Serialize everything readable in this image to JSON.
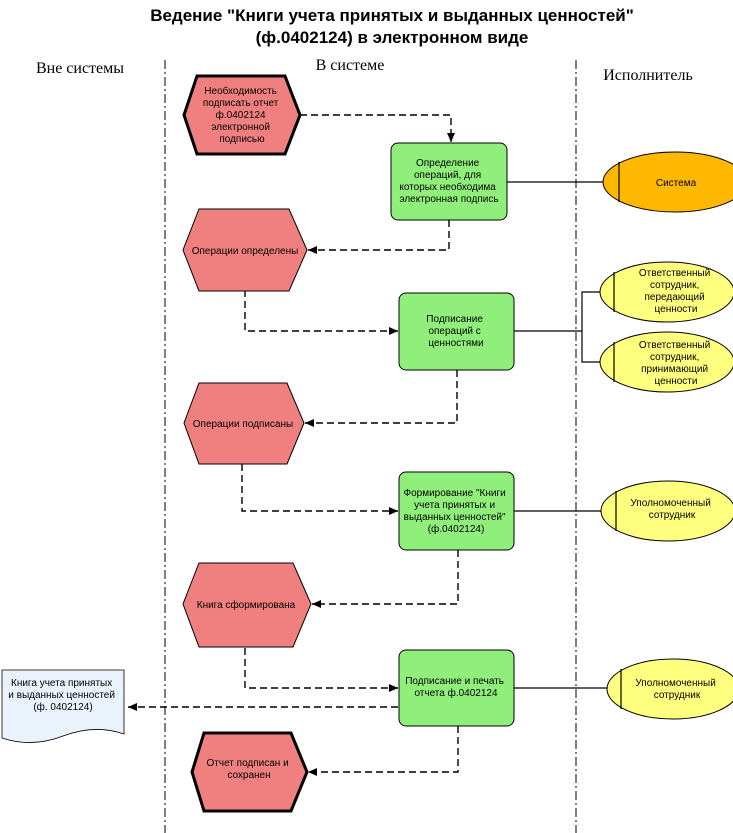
{
  "title": {
    "line1": "Ведение \"Книги учета принятых и выданных ценностей\"",
    "line2": "(ф.0402124) в электронном виде"
  },
  "lanes": {
    "outside": "Вне системы",
    "inside": "В системе",
    "executor": "Исполнитель"
  },
  "events": [
    {
      "id": "e1",
      "lines": [
        "Необходимость",
        "подписать отчет",
        "ф.0402124",
        "электронной",
        "подписью"
      ]
    },
    {
      "id": "e2",
      "lines": [
        "Операции определены"
      ]
    },
    {
      "id": "e3",
      "lines": [
        "Операции подписаны"
      ]
    },
    {
      "id": "e4",
      "lines": [
        "Книга сформирована"
      ]
    },
    {
      "id": "e5",
      "lines": [
        "Отчет подписан и",
        "сохранен"
      ]
    }
  ],
  "functions": [
    {
      "id": "f1",
      "lines": [
        "Определение",
        "операций, для",
        "которых необходима",
        "электронная подпись"
      ]
    },
    {
      "id": "f2",
      "lines": [
        "Подписание",
        "операций с",
        "ценностями"
      ]
    },
    {
      "id": "f3",
      "lines": [
        "Формирование \"Книги",
        "учета принятых и",
        "выданных ценностей\"",
        "(ф.0402124)"
      ]
    },
    {
      "id": "f4",
      "lines": [
        "Подписание и печать",
        "отчета ф.0402124"
      ]
    }
  ],
  "executors": [
    {
      "id": "x1",
      "lines": [
        "Система"
      ],
      "color": "#ffb800"
    },
    {
      "id": "x2",
      "lines": [
        "Ответственный",
        "сотрудник,",
        "передающий",
        "ценности"
      ],
      "color": "#ffff7f"
    },
    {
      "id": "x3",
      "lines": [
        "Ответственный",
        "сотрудник,",
        "принимающий",
        "ценности"
      ],
      "color": "#ffff7f"
    },
    {
      "id": "x4",
      "lines": [
        "Уполномоченный",
        "сотрудник"
      ],
      "color": "#ffff7f"
    },
    {
      "id": "x5",
      "lines": [
        "Уполномоченный",
        "сотрудник"
      ],
      "color": "#ffff7f"
    }
  ],
  "document": {
    "lines": [
      "Книга учета принятых",
      "и выданных ценностей",
      "(ф. 0402124)"
    ]
  },
  "colors": {
    "event": "#f08080",
    "function": "#90ee7a",
    "executor_system": "#ffb800",
    "executor_person": "#ffff7f",
    "document": "#eaf2fb"
  }
}
